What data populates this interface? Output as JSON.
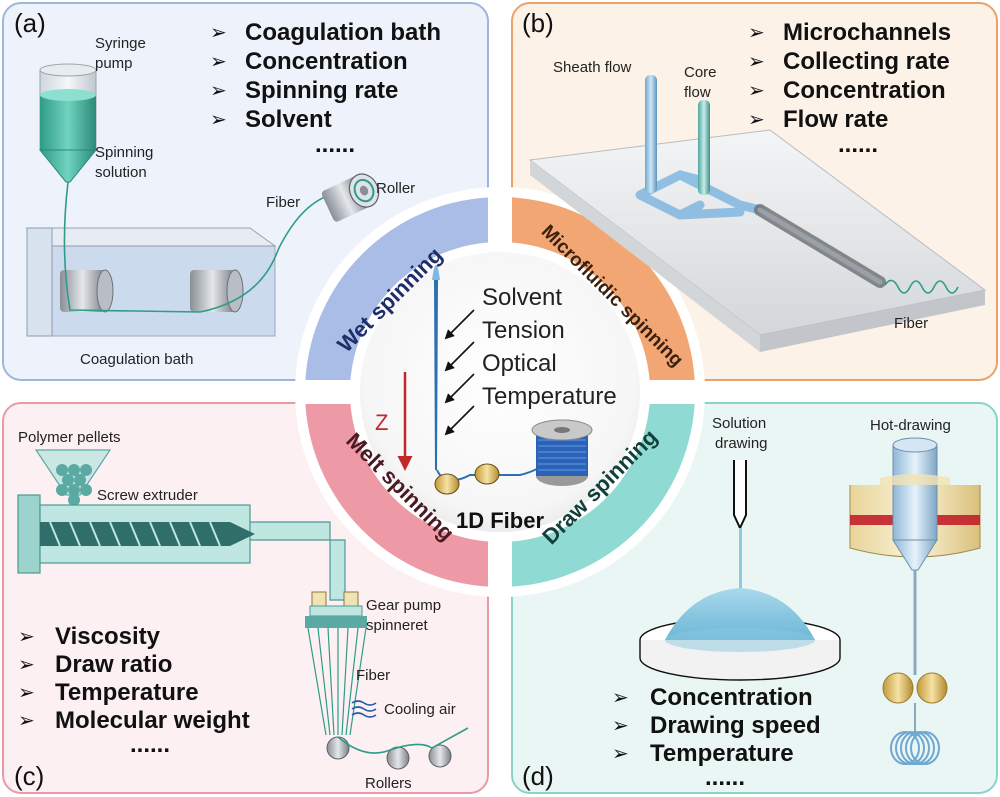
{
  "panel_a": {
    "tag": "(a)",
    "bullets": [
      "Coagulation bath",
      "Concentration",
      "Spinning rate",
      "Solvent"
    ],
    "more": "......",
    "syringe_label_1": "Syringe",
    "syringe_label_2": "pump",
    "solution_label_1": "Spinning",
    "solution_label_2": "solution",
    "fiber_label": "Fiber",
    "roller_label": "Roller",
    "bath_label": "Coagulation bath"
  },
  "panel_b": {
    "tag": "(b)",
    "bullets": [
      "Microchannels",
      "Collecting rate",
      "Concentration",
      "Flow rate"
    ],
    "more": "......",
    "sheath_label": "Sheath flow",
    "core_label_1": "Core",
    "core_label_2": "flow",
    "fiber_label": "Fiber"
  },
  "panel_c": {
    "tag": "(c)",
    "bullets": [
      "Viscosity",
      "Draw ratio",
      "Temperature",
      "Molecular weight"
    ],
    "more": "......",
    "pellets_label": "Polymer pellets",
    "extruder_label": "Screw extruder",
    "gear_label_1": "Gear pump",
    "gear_label_2": "spinneret",
    "fiber_label": "Fiber",
    "cooling_label": "Cooling air",
    "rollers_label": "Rollers"
  },
  "panel_d": {
    "tag": "(d)",
    "bullets": [
      "Concentration",
      "Drawing speed",
      "Temperature"
    ],
    "more": "......",
    "solution_label_1": "Solution",
    "solution_label_2": "drawing",
    "hot_label": "Hot-drawing"
  },
  "ring": {
    "wet": "Wet spinning",
    "microfluidic": "Microfluidic spinning",
    "melt": "Melt spinning",
    "draw": "Draw spinning"
  },
  "center": {
    "factors": [
      "Solvent",
      "Tension",
      "Optical",
      "Temperature"
    ],
    "axis_label": "Z",
    "title": "1D Fiber"
  },
  "colors": {
    "wet": "#a9bde6",
    "microfluidic": "#f2a673",
    "melt": "#ee9aa6",
    "draw": "#8fdad2",
    "panel_a_bg": "#eaf0fb",
    "panel_b_bg": "#fdf0e4",
    "panel_c_bg": "#fdeef0",
    "panel_d_bg": "#e6f6f4"
  }
}
